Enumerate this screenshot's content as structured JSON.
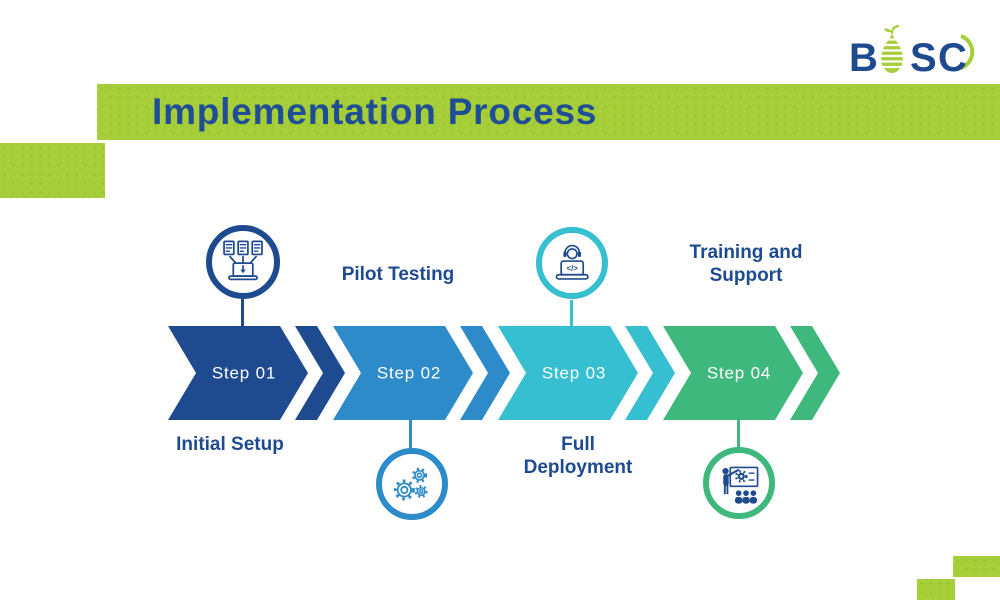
{
  "header": {
    "title": "Implementation Process",
    "band_color": "#a6ce39",
    "title_color": "#1f4e96"
  },
  "logo": {
    "name": "BOSC",
    "letter_b": "B",
    "letter_s": "S",
    "letter_c": "C",
    "pear_icon": "striped-pear-icon",
    "text_color": "#1e4b8f",
    "accent_color": "#a6ce39"
  },
  "colors": {
    "navy": "#1e4b8f",
    "blue": "#2e8bca",
    "teal": "#36bfd0",
    "green": "#3fb87d",
    "lime": "#a6ce39",
    "label_text": "#1e4b8f",
    "step_text": "#ffffff",
    "background": "#ffffff"
  },
  "steps": [
    {
      "label": "Step 01",
      "name": "Initial Setup",
      "name_lines": [
        "Initial Setup"
      ],
      "color": "#1e4b8f",
      "icon": "documents-download-laptop-icon",
      "icon_position": "above",
      "name_position": "below"
    },
    {
      "label": "Step 02",
      "name": "Pilot Testing",
      "name_lines": [
        "Pilot Testing"
      ],
      "color": "#2e8bca",
      "icon": "gears-icon",
      "icon_position": "below",
      "name_position": "above"
    },
    {
      "label": "Step 03",
      "name": "Full Deployment",
      "name_lines": [
        "Full",
        "Deployment"
      ],
      "color": "#36bfd0",
      "icon": "support-agent-laptop-code-icon",
      "icon_position": "above",
      "name_position": "below"
    },
    {
      "label": "Step 04",
      "name": "Training and Support",
      "name_lines": [
        "Training and",
        "Support"
      ],
      "color": "#3fb87d",
      "icon": "trainer-presentation-audience-icon",
      "icon_position": "below",
      "name_position": "above"
    }
  ]
}
